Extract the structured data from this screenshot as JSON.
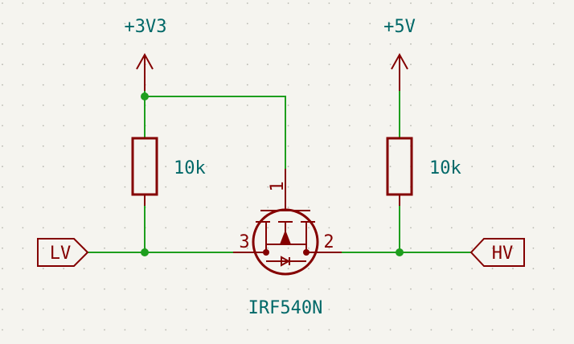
{
  "power": {
    "v33": {
      "label": "+3V3"
    },
    "v5": {
      "label": "+5V"
    }
  },
  "resistors": [
    {
      "value": "10k"
    },
    {
      "value": "10k"
    }
  ],
  "mosfet": {
    "part": "IRF540N",
    "pin_gate": "1",
    "pin_source": "3",
    "pin_drain": "2"
  },
  "labels": {
    "low_side": "LV",
    "high_side": "HV"
  },
  "colors": {
    "background": "#f5f4ef",
    "wire": "#1e9e1e",
    "component": "#840000",
    "text": "#006868"
  }
}
